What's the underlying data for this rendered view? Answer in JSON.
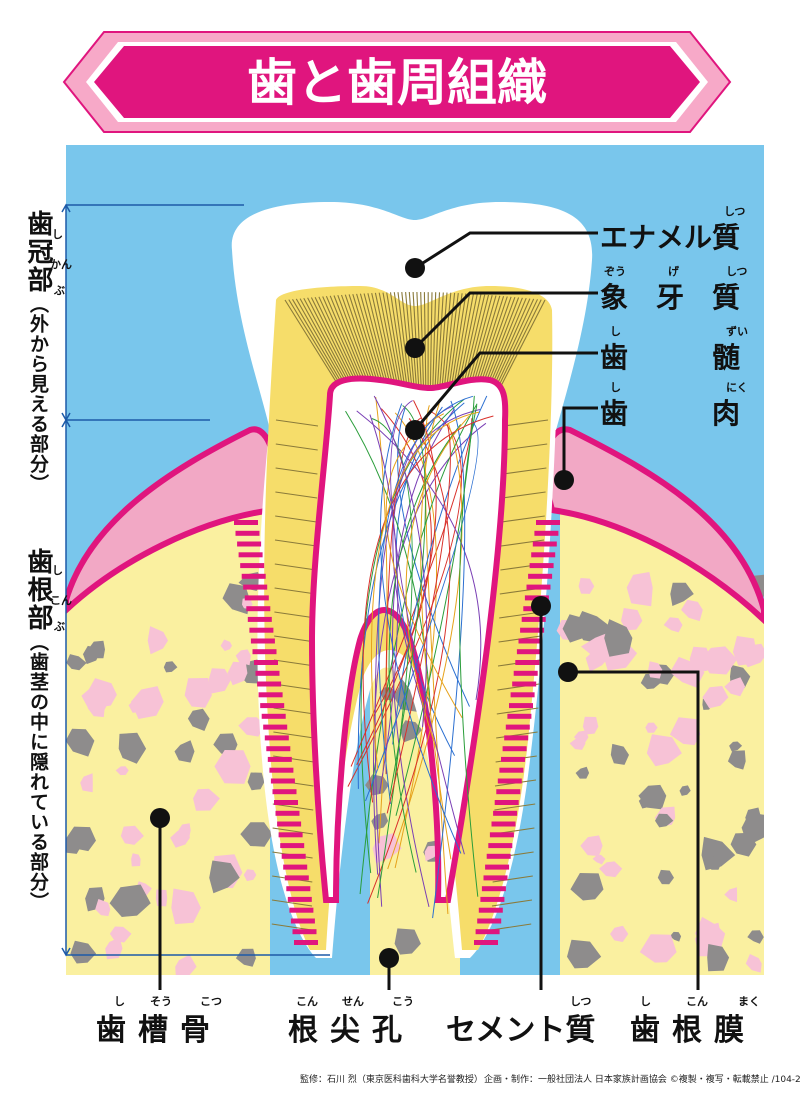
{
  "title": "歯と歯周組織",
  "side": {
    "crown_label": "歯冠部",
    "crown_ruby": [
      "し",
      "かん",
      "ぶ"
    ],
    "crown_note": "（外から見える部分）",
    "root_label": "歯根部",
    "root_ruby": [
      "し",
      "こん",
      "ぶ"
    ],
    "root_note": "（歯茎の中に隠れている部分）"
  },
  "right_labels": [
    {
      "text": "エナメル質",
      "ruby": "しつ"
    },
    {
      "text": "象　牙　質",
      "ruby": [
        "ぞう",
        "げ",
        "しつ"
      ]
    },
    {
      "text": "歯　　　髄",
      "ruby": [
        "し",
        "ずい"
      ]
    },
    {
      "text": "歯　　　肉",
      "ruby": [
        "し",
        "にく"
      ]
    }
  ],
  "bottom_labels": [
    {
      "text": "歯槽骨",
      "ruby": [
        "し",
        "そう",
        "こつ"
      ]
    },
    {
      "text": "根尖孔",
      "ruby": [
        "こん",
        "せん",
        "こう"
      ]
    },
    {
      "text": "セメント質",
      "ruby": "しつ"
    },
    {
      "text": "歯根膜",
      "ruby": [
        "し",
        "こん",
        "まく"
      ]
    }
  ],
  "credits": {
    "supervisor": "監修：石川 烈（東京医科歯科大学名誉教授）",
    "producer": "企画・制作：一般社団法人 日本家族計画協会 ©複製・複写・転載禁止 /104-2"
  },
  "colors": {
    "sky": "#79c6ec",
    "enamel": "#ffffff",
    "dentin": "#f6dd6a",
    "pulp": "#ffffff",
    "gum": "#f2a8c5",
    "gum_edge": "#e0157e",
    "bone": "#faf0a0",
    "bone_pink": "#f7c2d6",
    "bone_gray": "#8e8c8c",
    "title_band": "#e0157e",
    "title_frame": "#f7a9c8"
  }
}
